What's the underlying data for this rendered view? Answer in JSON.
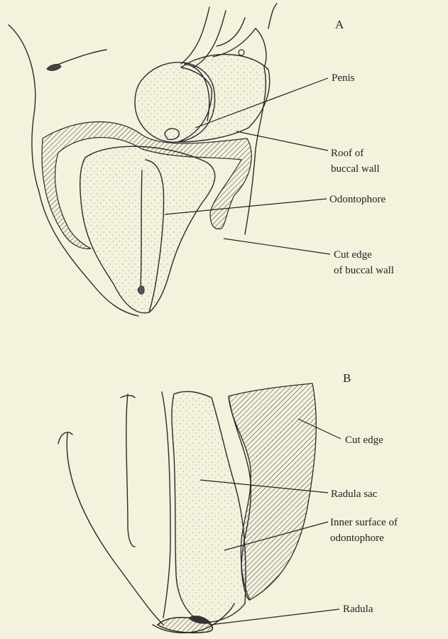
{
  "panels": {
    "a": {
      "letter": "A",
      "labels": {
        "penis": "Penis",
        "roof_line1": "Roof of",
        "roof_line2": "buccal wall",
        "odontophore": "Odontophore",
        "cut_edge_line1": "Cut edge",
        "cut_edge_line2": "of buccal wall"
      }
    },
    "b": {
      "letter": "B",
      "labels": {
        "cut_edge": "Cut edge",
        "radula_sac": "Radula sac",
        "inner_line1": "Inner surface of",
        "inner_line2": "odontophore",
        "radula": "Radula"
      }
    }
  },
  "colors": {
    "paper": "#f4f1dd",
    "ink": "#222222"
  }
}
